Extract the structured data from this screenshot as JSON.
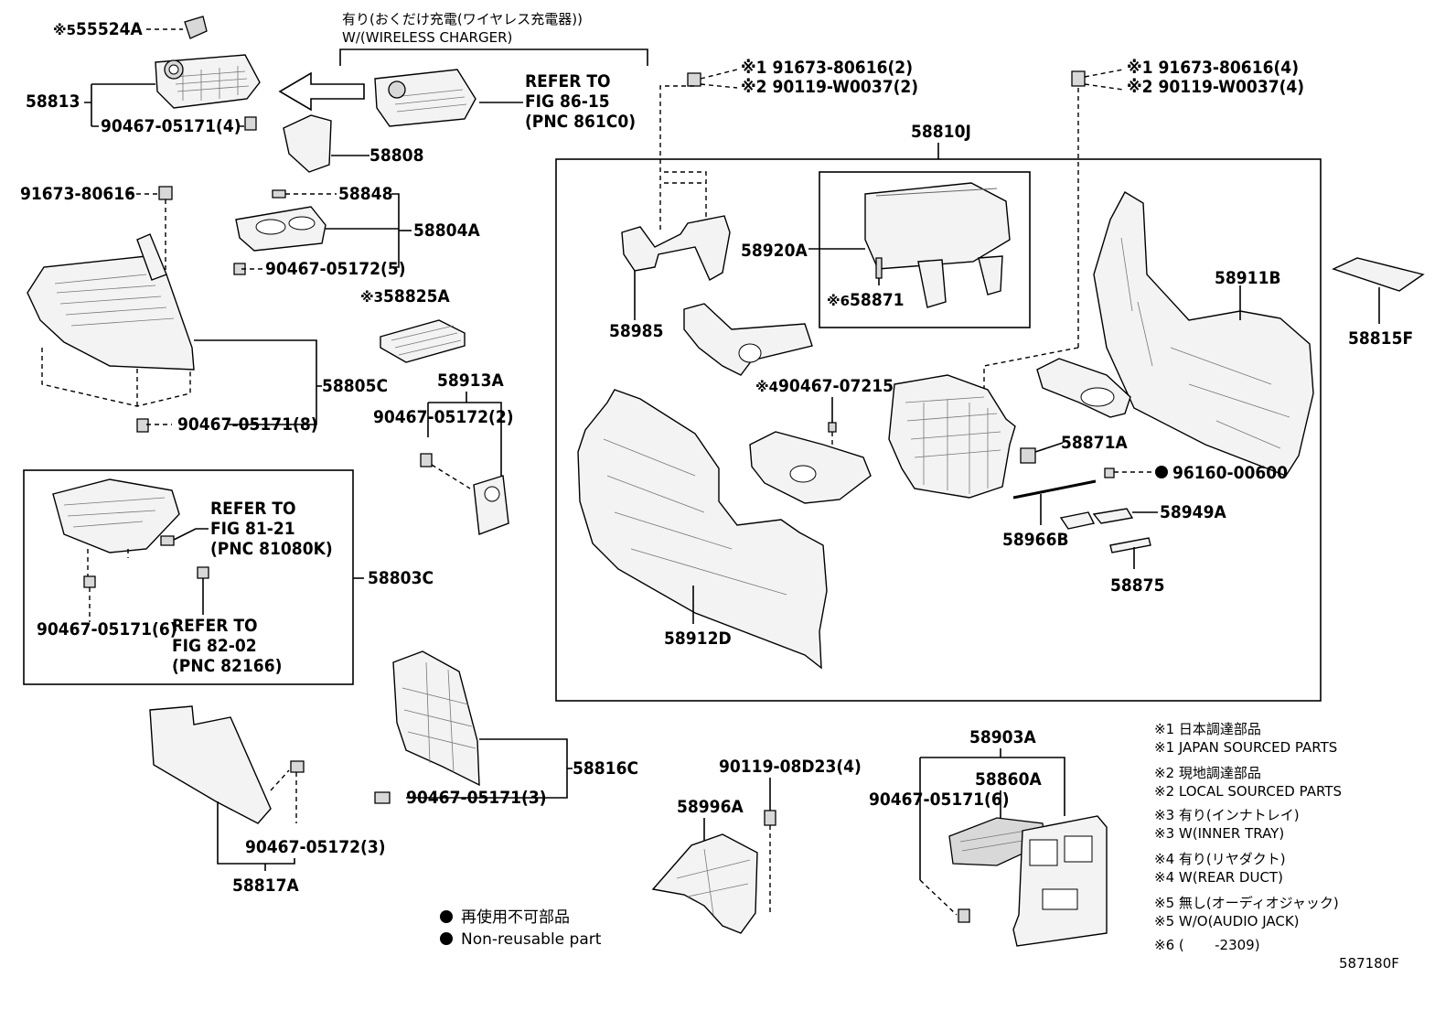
{
  "top_note": {
    "jp": "有り(おくだけ充電(ワイヤレス充電器))",
    "en": "W/(WIRELESS CHARGER)"
  },
  "parts": {
    "p55524A": {
      "mark": "※5",
      "num": "55524A"
    },
    "p58813": "58813",
    "p90467_05171_4": "90467-05171(4)",
    "p58808": "58808",
    "refer1": [
      "REFER TO",
      "FIG 86-15",
      "(PNC 861C0)"
    ],
    "p91673_80616": "91673-80616",
    "p58848": "58848",
    "p58804A": "58804A",
    "p90467_05172_5": "90467-05172(5)",
    "p58825A": {
      "mark": "※3",
      "num": "58825A"
    },
    "p58805C": "58805C",
    "p90467_05171_8": "90467-05171(8)",
    "p58913A": "58913A",
    "p90467_05172_2": "90467-05172(2)",
    "refer2": [
      "REFER TO",
      "FIG 81-21",
      "(PNC 81080K)"
    ],
    "refer3": [
      "REFER TO",
      "FIG 82-02",
      "(PNC 82166)"
    ],
    "p58803C": "58803C",
    "p90467_05171_6a": "90467-05171(6)",
    "p58816C": "58816C",
    "p90467_05171_3": "90467-05171(3)",
    "p90467_05172_3": "90467-05172(3)",
    "p58817A": "58817A",
    "bolt1": [
      "※1 91673-80616(2)",
      "※2 90119-W0037(2)"
    ],
    "bolt2": [
      "※1 91673-80616(4)",
      "※2 90119-W0037(4)"
    ],
    "p58810J": "58810J",
    "p58920A": "58920A",
    "p58871": {
      "mark": "※6",
      "num": "58871"
    },
    "p58985": "58985",
    "p58911B": "58911B",
    "p58815F": "58815F",
    "p90467_07215": {
      "mark": "※4",
      "num": "90467-07215"
    },
    "p58871A": "58871A",
    "p96160_00600": "96160-00600",
    "p58966B": "58966B",
    "p58949A": "58949A",
    "p58875": "58875",
    "p58912D": "58912D",
    "p90119_08D23": "90119-08D23(4)",
    "p58996A": "58996A",
    "p58903A": "58903A",
    "p58860A": "58860A",
    "p90467_05171_6b": "90467-05171(6)"
  },
  "legend_nonreusable": {
    "jp": "再使用不可部品",
    "en": "Non-reusable part"
  },
  "footnotes": [
    "※1 日本調達部品",
    "※1 JAPAN SOURCED PARTS",
    "※2 現地調達部品",
    "※2 LOCAL SOURCED PARTS",
    "※3 有り(インナトレイ)",
    "※3 W(INNER TRAY)",
    "※4 有り(リヤダクト)",
    "※4 W(REAR DUCT)",
    "※5 無し(オーディオジャック)",
    "※5 W/O(AUDIO JACK)",
    "※6 (       -2309)"
  ],
  "figure_id": "587180F"
}
